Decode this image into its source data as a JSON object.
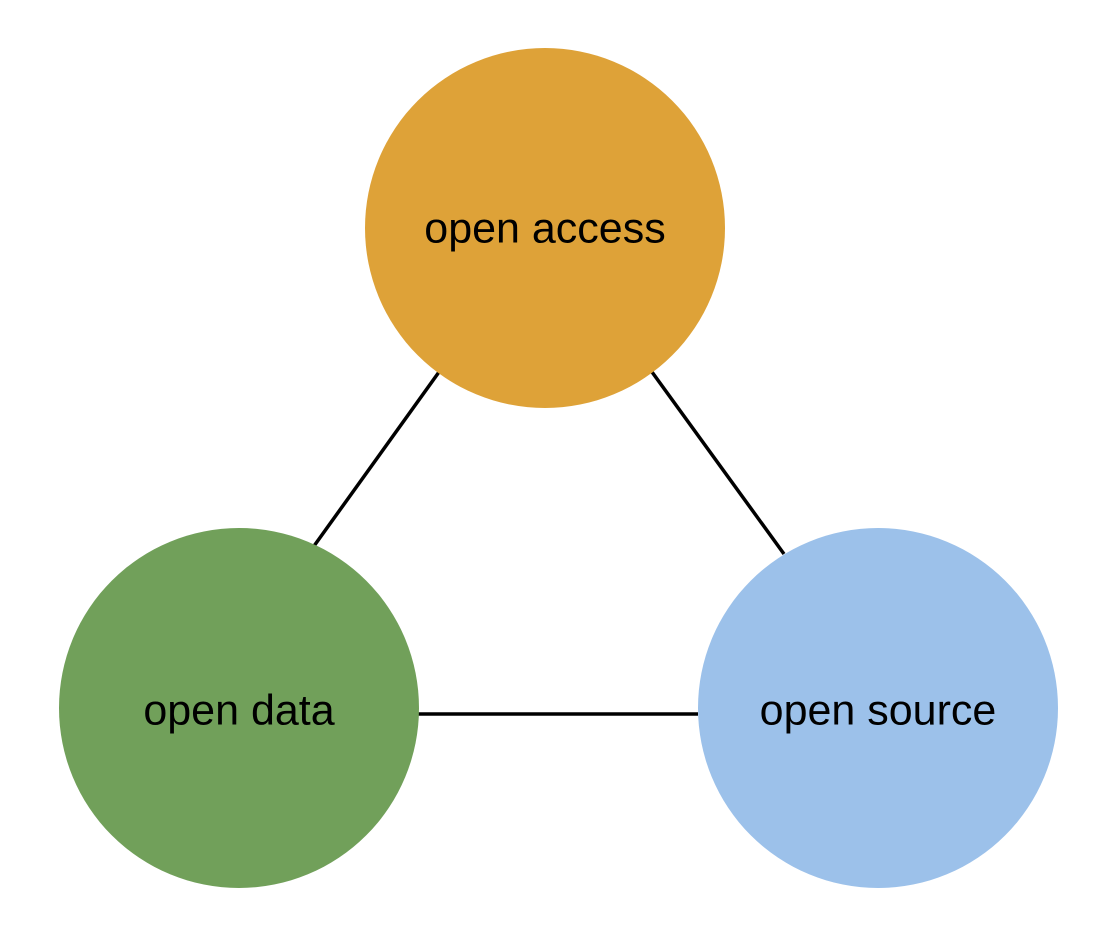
{
  "nodes": {
    "open_access": {
      "label": "open access",
      "color": "#DEA238"
    },
    "open_data": {
      "label": "open data",
      "color": "#71A05A"
    },
    "open_source": {
      "label": "open source",
      "color": "#9CC1EA"
    }
  },
  "edges": [
    {
      "from": "open_access",
      "to": "open_data"
    },
    {
      "from": "open_access",
      "to": "open_source"
    },
    {
      "from": "open_data",
      "to": "open_source"
    }
  ]
}
